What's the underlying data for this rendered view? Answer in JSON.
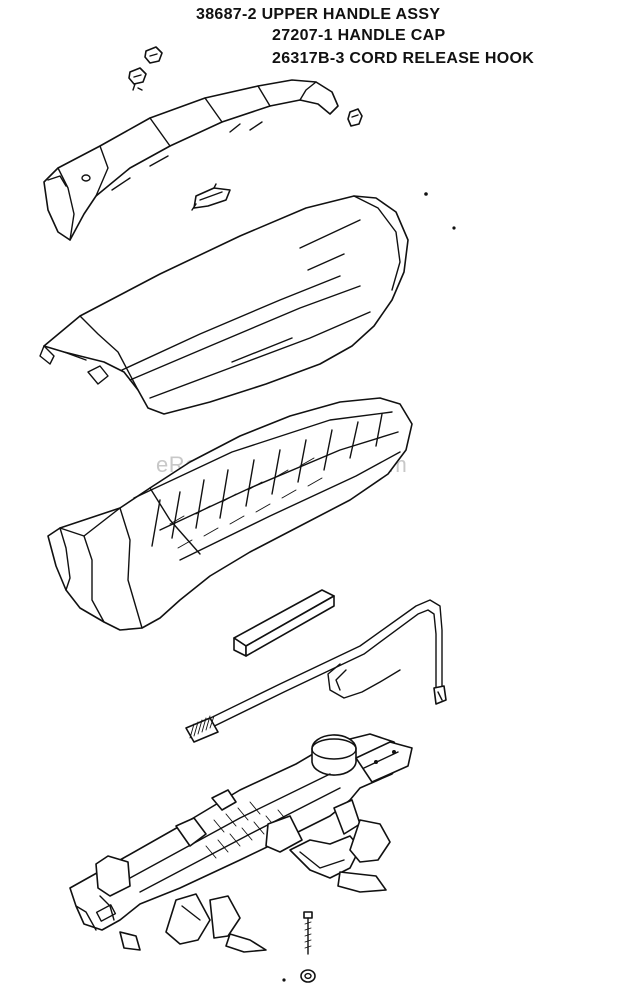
{
  "callouts": [
    {
      "text": "38687-2 UPPER HANDLE ASSY"
    },
    {
      "text": "27207-1 HANDLE CAP"
    },
    {
      "text": "26317B-3 CORD RELEASE HOOK"
    }
  ],
  "watermark": "eReplacementParts.com",
  "parts": [
    "screw-pair",
    "upper-handle-assy",
    "handle-cap-insert",
    "cord-release-hook",
    "handle-cover",
    "ribbed-handle-shell",
    "foam-strip",
    "wire-cord-hook",
    "spring-pin",
    "lower-handle-base",
    "bottom-screw",
    "bottom-nut"
  ]
}
